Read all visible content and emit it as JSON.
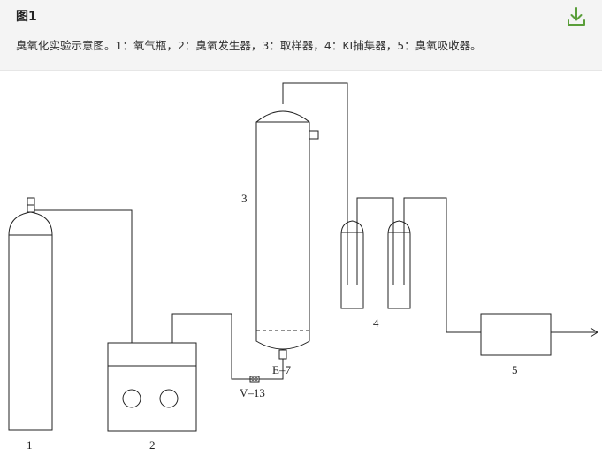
{
  "header": {
    "title": "图1",
    "caption": "臭氧化实验示意图。1：氧气瓶，2：臭氧发生器，3：取样器，4：KI捕集器，5：臭氧吸收器。"
  },
  "icons": {
    "download": "download-icon"
  },
  "colors": {
    "download_icon": "#5a9e3a",
    "line": "#222222"
  },
  "diagram": {
    "labels": {
      "cylinder": "1",
      "generator": "2",
      "sampler": "3",
      "ki_trap": "4",
      "absorber": "5",
      "valve_e": "E–7",
      "valve_v": "V–13"
    }
  }
}
